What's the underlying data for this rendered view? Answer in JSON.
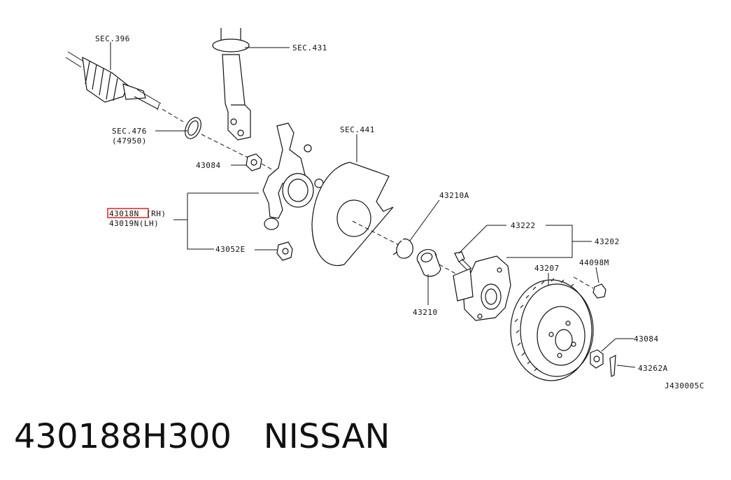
{
  "labels": {
    "sec396": "SEC.396",
    "sec431": "SEC.431",
    "sec476": "SEC.476",
    "code47950": "(47950)",
    "sec441": "SEC.441",
    "p43084_a": "43084",
    "p43018n": "43018N",
    "rh": "(RH)",
    "p43019n_lh": "43019N(LH)",
    "p43052e": "43052E",
    "p43210a": "43210A",
    "p43210": "43210",
    "p43222": "43222",
    "p43202": "43202",
    "p43207": "43207",
    "p44098m": "44098M",
    "p43084_b": "43084",
    "p43262a": "43262A",
    "diagram_code": "J430005C"
  },
  "highlight_color": "#e02020",
  "caption": "430188H300   NISSAN"
}
